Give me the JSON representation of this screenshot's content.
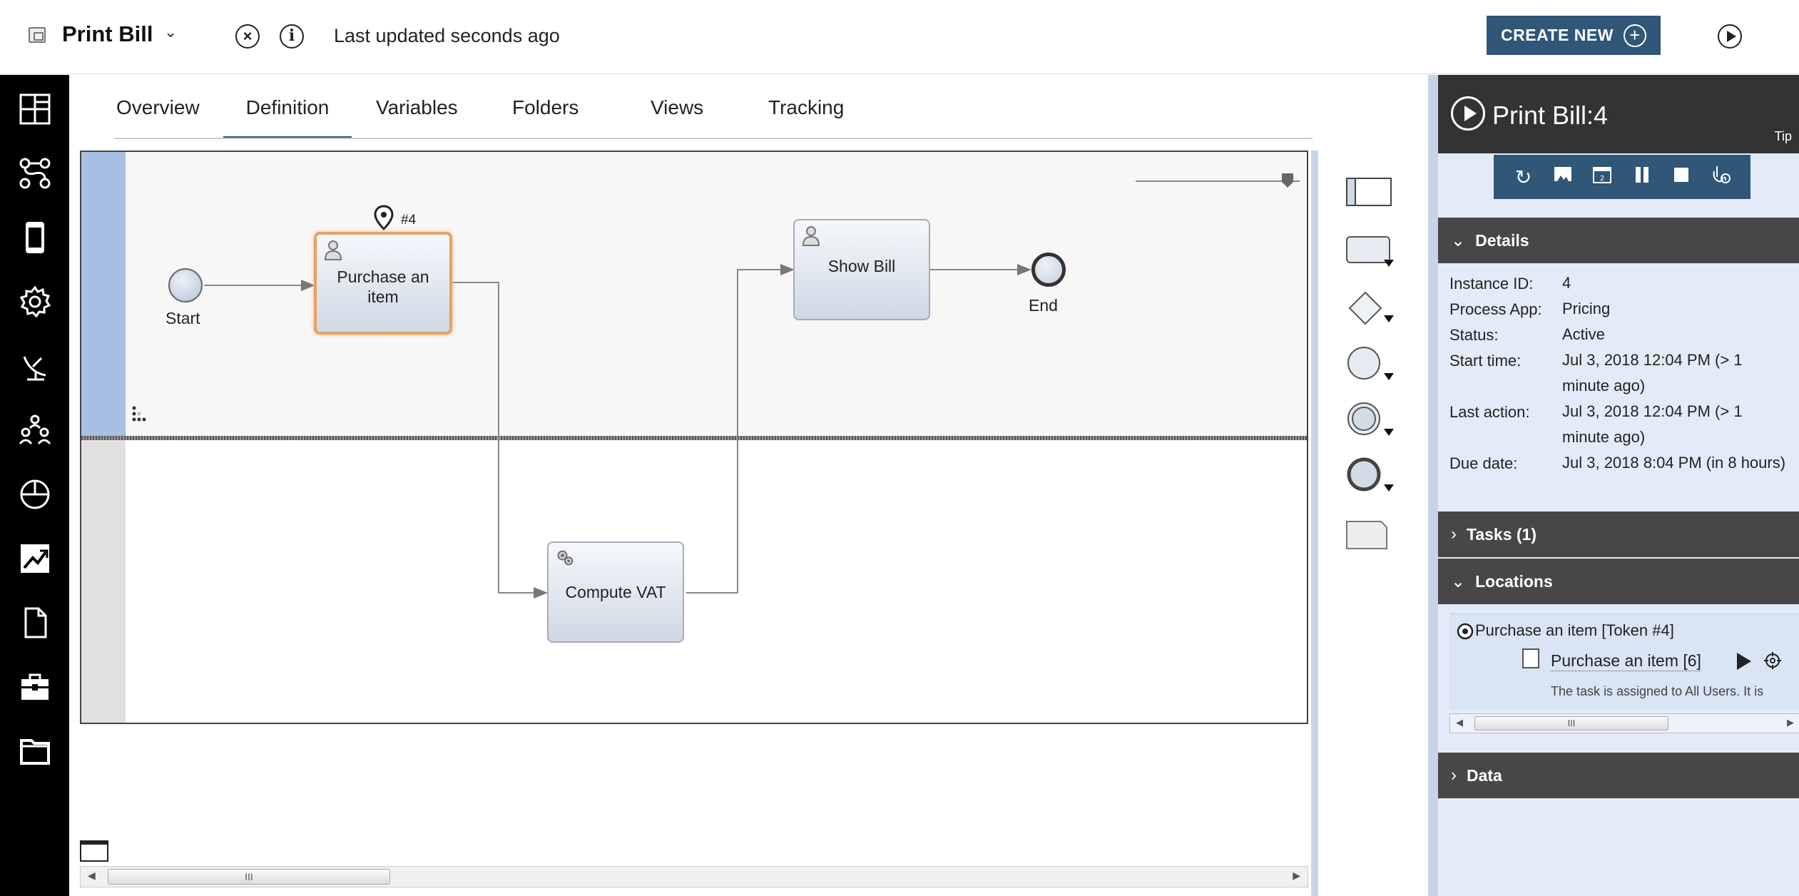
{
  "header": {
    "title": "Print Bill",
    "last_updated": "Last updated seconds ago",
    "create_new_label": "CREATE NEW",
    "close_glyph": "×",
    "info_glyph": "i"
  },
  "nav": {
    "items": [
      "dashboard-icon",
      "process-icon",
      "mobile-icon",
      "settings-icon",
      "satellite-icon",
      "team-icon",
      "pie-chart-icon",
      "trend-icon",
      "document-icon",
      "toolbox-icon",
      "folder-icon"
    ]
  },
  "tabs": [
    {
      "label": "Overview"
    },
    {
      "label": "Definition"
    },
    {
      "label": "Variables"
    },
    {
      "label": "Folders"
    },
    {
      "label": "Views"
    },
    {
      "label": "Tracking"
    }
  ],
  "diagram": {
    "start_label": "Start",
    "end_label": "End",
    "task_purchase": "Purchase an item",
    "task_show_bill": "Show Bill",
    "task_compute_vat": "Compute VAT",
    "token_marker": "#4"
  },
  "canvas_scroll": {
    "thumb": "III"
  },
  "panel": {
    "title": "Print Bill:4",
    "tip": "Tip",
    "details_label": "Details",
    "details": [
      {
        "key": "Instance ID:",
        "value": "4"
      },
      {
        "key": "Process App:",
        "value": "Pricing"
      },
      {
        "key": "Status:",
        "value": "Active"
      },
      {
        "key": "Start time:",
        "value": "Jul 3, 2018 12:04 PM (> 1 minute ago)"
      },
      {
        "key": "Last action:",
        "value": "Jul 3, 2018 12:04 PM (> 1 minute ago)"
      },
      {
        "key": "Due date:",
        "value": "Jul 3, 2018 8:04 PM (in 8 hours)"
      }
    ],
    "tasks_label": "Tasks (1)",
    "locations_label": "Locations",
    "location_token": "Purchase an item [Token #4]",
    "location_task_link": "Purchase an item [6]",
    "location_task_desc": "The task is assigned to All Users. It is",
    "locations_scroll_thumb": "III",
    "data_label": "Data"
  }
}
